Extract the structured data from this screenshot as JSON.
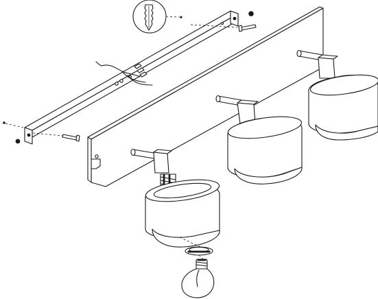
{
  "diagram": {
    "type": "assembly-instructions",
    "text": [],
    "parts": [
      "wall-mounting-rail",
      "wall-plug",
      "mounting-screw",
      "lamp-base-plate",
      "spot-arm",
      "lamp-shade",
      "lamp-socket-ring",
      "light-bulb"
    ],
    "spot_count": 3,
    "colors": {
      "stroke": "#1a1a1a",
      "background": "#ffffff"
    }
  }
}
